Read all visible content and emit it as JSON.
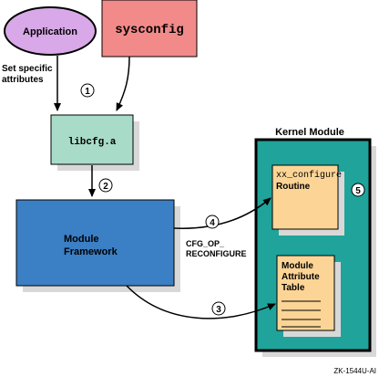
{
  "diagram": {
    "nodes": {
      "application": {
        "label": "Application"
      },
      "sysconfig": {
        "label": "sysconfig"
      },
      "libcfg": {
        "label": "libcfg.a"
      },
      "module_framework": {
        "line1": "Module",
        "line2": "Framework"
      },
      "kernel_module": {
        "label": "Kernel Module"
      },
      "xx_configure": {
        "line1": "xx_configure",
        "line2": "Routine"
      },
      "module_attribute_table": {
        "line1": "Module",
        "line2": "Attribute",
        "line3": "Table"
      }
    },
    "annotations": {
      "set_specific_line1": "Set specific",
      "set_specific_line2": "attributes",
      "cfg_op_line1": "CFG_OP_",
      "cfg_op_line2": "RECONFIGURE",
      "figure_id": "ZK-1544U-AI"
    },
    "step_numbers": [
      "1",
      "2",
      "3",
      "4",
      "5"
    ],
    "colors": {
      "application_fill": "#d8a8e8",
      "sysconfig_fill": "#f28a8a",
      "libcfg_fill": "#a9dbc9",
      "framework_fill": "#3b7fc4",
      "kernel_fill": "#1fa39a",
      "routine_fill": "#fcd596",
      "shadow": "#d8d8d8"
    }
  }
}
